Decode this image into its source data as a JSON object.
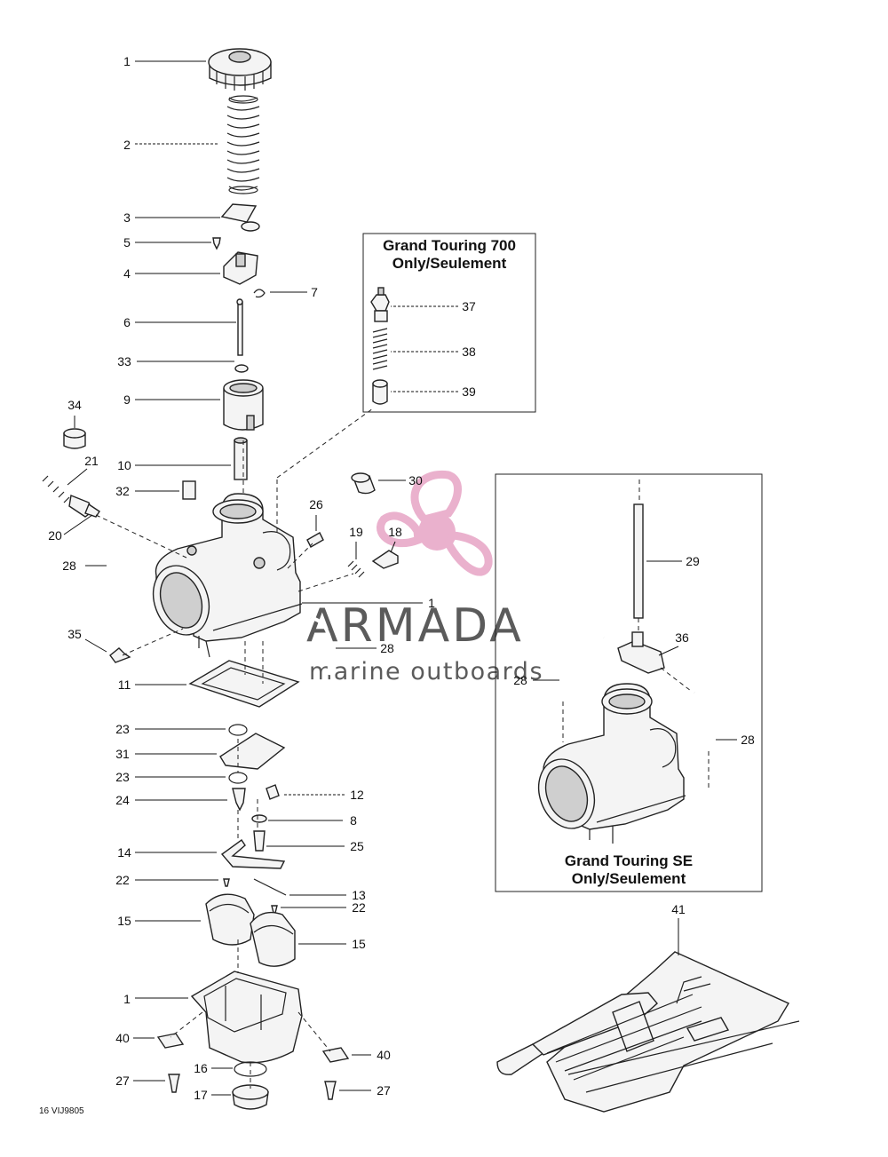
{
  "inset_top": {
    "line1": "Grand Touring 700",
    "line2": "Only/Seulement"
  },
  "inset_right": {
    "line1": "Grand Touring SE",
    "line2": "Only/Seulement"
  },
  "watermark": {
    "brand": "ARMADA",
    "tagline": "marine outboards",
    "logo_color": "#e8a9c8"
  },
  "figure_ref": "16 VIJ9805",
  "callouts": [
    {
      "label": "1"
    },
    {
      "label": "2"
    },
    {
      "label": "3"
    },
    {
      "label": "5"
    },
    {
      "label": "4"
    },
    {
      "label": "7"
    },
    {
      "label": "6"
    },
    {
      "label": "33"
    },
    {
      "label": "9"
    },
    {
      "label": "34"
    },
    {
      "label": "10"
    },
    {
      "label": "21"
    },
    {
      "label": "32"
    },
    {
      "label": "30"
    },
    {
      "label": "26"
    },
    {
      "label": "20"
    },
    {
      "label": "19"
    },
    {
      "label": "18"
    },
    {
      "label": "28"
    },
    {
      "label": "1"
    },
    {
      "label": "35"
    },
    {
      "label": "28"
    },
    {
      "label": "11"
    },
    {
      "label": "23"
    },
    {
      "label": "31"
    },
    {
      "label": "23"
    },
    {
      "label": "12"
    },
    {
      "label": "24"
    },
    {
      "label": "8"
    },
    {
      "label": "25"
    },
    {
      "label": "14"
    },
    {
      "label": "22"
    },
    {
      "label": "13"
    },
    {
      "label": "22"
    },
    {
      "label": "15"
    },
    {
      "label": "15"
    },
    {
      "label": "1"
    },
    {
      "label": "40"
    },
    {
      "label": "40"
    },
    {
      "label": "16"
    },
    {
      "label": "27"
    },
    {
      "label": "27"
    },
    {
      "label": "17"
    },
    {
      "label": "37"
    },
    {
      "label": "38"
    },
    {
      "label": "39"
    },
    {
      "label": "29"
    },
    {
      "label": "36"
    },
    {
      "label": "28"
    },
    {
      "label": "28"
    },
    {
      "label": "41"
    }
  ]
}
